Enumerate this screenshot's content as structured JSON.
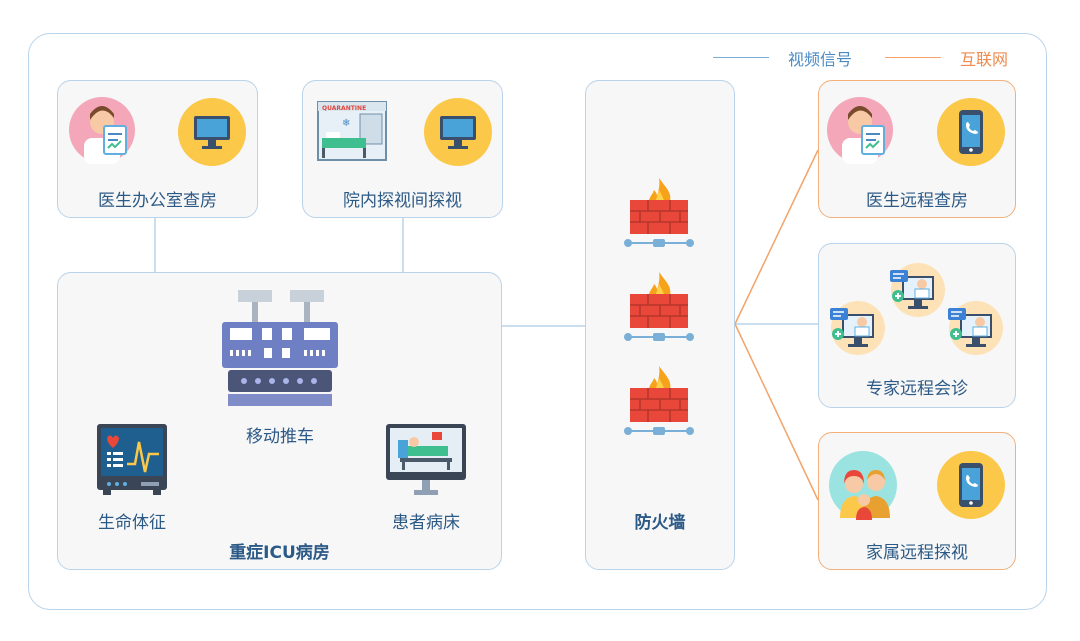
{
  "legend": {
    "video_signal": "视频信号",
    "internet": "互联网",
    "video_color": "#7ab0d8",
    "internet_color": "#f3a36a"
  },
  "nodes": {
    "doctor_office": "医生办公室查房",
    "visit_room": "院内探视间探视",
    "mobile_cart": "移动推车",
    "vital_signs": "生命体征",
    "patient_bed": "患者病床",
    "icu_ward": "重症ICU病房",
    "firewall": "防火墙",
    "remote_rounds": "医生远程查房",
    "expert_consult": "专家远程会诊",
    "family_visit": "家属远程探视"
  },
  "quarantine_sign": "QUARANTINE"
}
